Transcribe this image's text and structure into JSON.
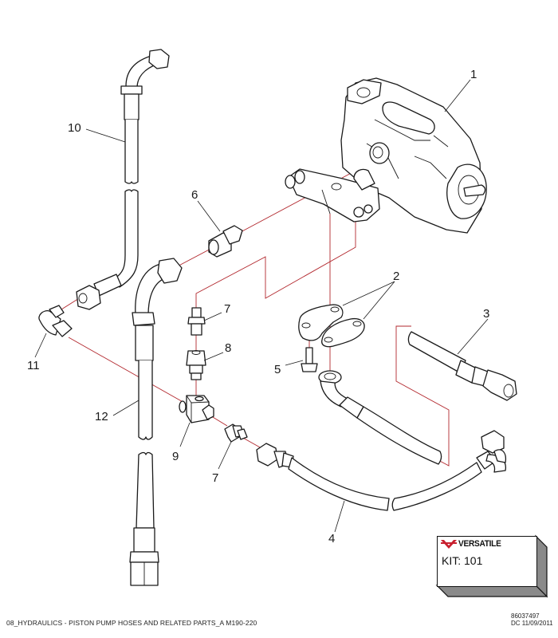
{
  "diagram": {
    "title": "08_HYDRAULICS - PISTON PUMP HOSES AND RELATED PARTS_A M190-220",
    "document_number": "86037497",
    "date_code": "DC 11/09/2011",
    "brand": {
      "name": "VERSATILE",
      "logo_color": "#c8202f",
      "assembly_line_color": "#b2272d"
    },
    "kit_label": "KIT: 101",
    "callouts": [
      {
        "id": "1",
        "part": "piston-pump"
      },
      {
        "id": "2",
        "part": "flange-halves"
      },
      {
        "id": "3",
        "part": "hose-straight-end"
      },
      {
        "id": "4",
        "part": "hose-long-curved"
      },
      {
        "id": "5",
        "part": "flange-bolt"
      },
      {
        "id": "6",
        "part": "adapter-fitting"
      },
      {
        "id": "7",
        "part": "adapter-nipple"
      },
      {
        "id": "8",
        "part": "coupling-connector"
      },
      {
        "id": "9",
        "part": "tee-block"
      },
      {
        "id": "10",
        "part": "steel-tube-bent"
      },
      {
        "id": "11",
        "part": "elbow-fitting"
      },
      {
        "id": "12",
        "part": "hose-vertical"
      }
    ],
    "callout_7_second": "7"
  }
}
